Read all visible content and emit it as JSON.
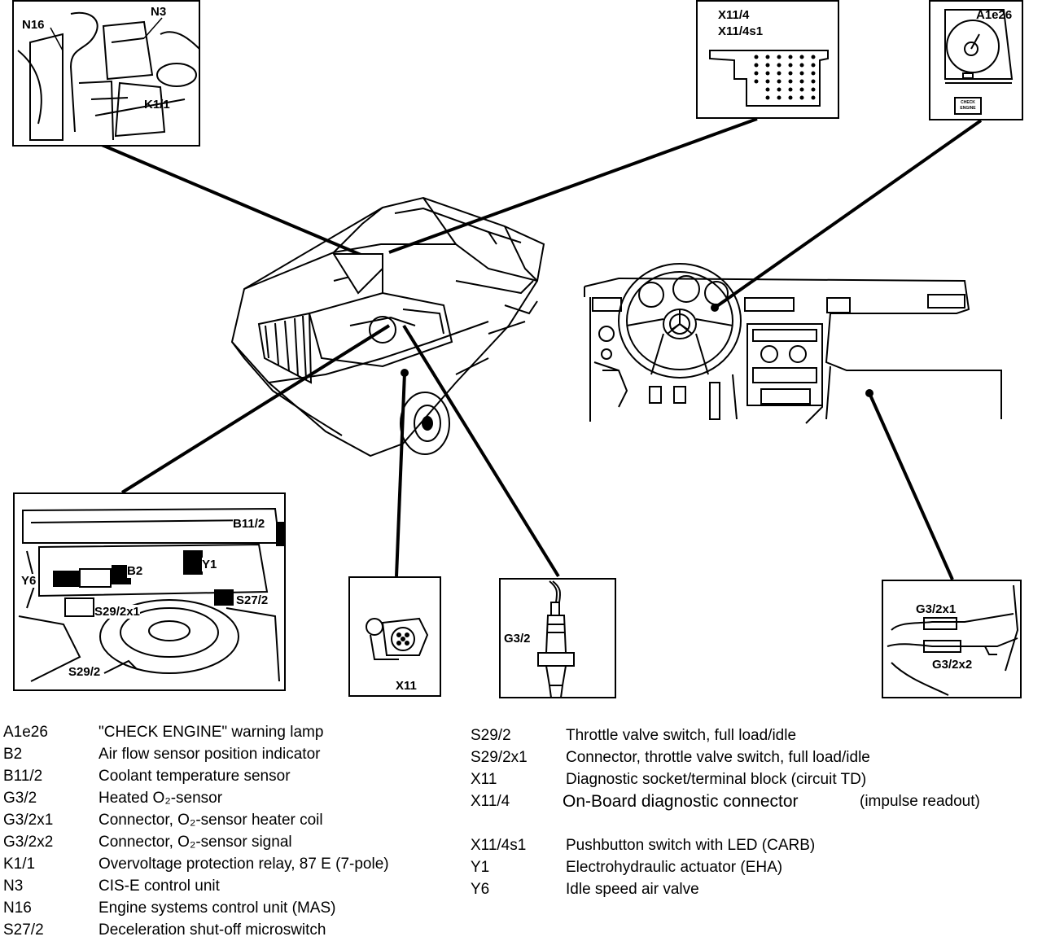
{
  "callouts": {
    "n16": "N16",
    "n3": "N3",
    "k11": "K1/1",
    "x114": "X11/4",
    "x114s1": "X11/4s1",
    "a1e26": "A1e26",
    "b112": "B11/2",
    "y1": "Y1",
    "y6": "Y6",
    "b2": "B2",
    "s292x1": "S29/2x1",
    "s272": "S27/2",
    "s292": "S29/2",
    "x11": "X11",
    "g32": "G3/2",
    "g32x1": "G3/2x1",
    "g32x2": "G3/2x2",
    "check_engine_lamp_text": "CHECK ENGINE"
  },
  "legend_left": [
    {
      "code": "A1e26",
      "desc": "\"CHECK ENGINE\" warning lamp"
    },
    {
      "code": "B2",
      "desc": "Air flow sensor position indicator"
    },
    {
      "code": "B11/2",
      "desc": "Coolant temperature sensor"
    },
    {
      "code": "G3/2",
      "desc": "Heated O₂-sensor"
    },
    {
      "code": "G3/2x1",
      "desc": "Connector, O₂-sensor heater coil"
    },
    {
      "code": "G3/2x2",
      "desc": "Connector, O₂-sensor signal"
    },
    {
      "code": "K1/1",
      "desc": "Overvoltage protection relay, 87 E (7-pole)"
    },
    {
      "code": "N3",
      "desc": "CIS-E control unit"
    },
    {
      "code": "N16",
      "desc": "Engine systems control unit (MAS)"
    },
    {
      "code": "S27/2",
      "desc": "Deceleration shut-off microswitch"
    }
  ],
  "legend_right": [
    {
      "code": "S29/2",
      "desc": "Throttle valve switch, full load/idle"
    },
    {
      "code": "S29/2x1",
      "desc": "Connector, throttle valve switch, full load/idle"
    },
    {
      "code": "X11",
      "desc": "Diagnostic socket/terminal block (circuit TD)"
    },
    {
      "code": "X11/4",
      "desc": "On-Board diagnostic connector",
      "desc_extra": "(impulse readout)"
    },
    {
      "code": "X11/4s1",
      "desc": "Pushbutton switch with LED (CARB)"
    },
    {
      "code": "Y1",
      "desc": "Electrohydraulic actuator (EHA)"
    },
    {
      "code": "Y6",
      "desc": "Idle speed air valve"
    }
  ]
}
